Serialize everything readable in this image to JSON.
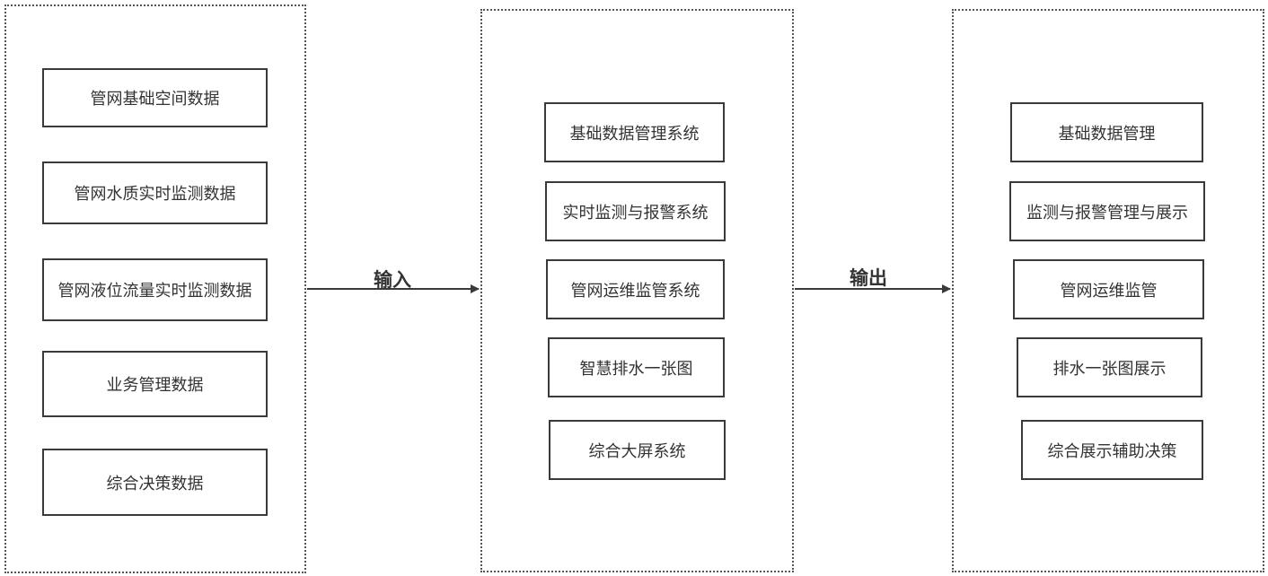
{
  "diagram": {
    "inputs": {
      "items": [
        "管网基础空间数据",
        "管网水质实时监测数据",
        "管网液位流量实时监测数据",
        "业务管理数据",
        "综合决策数据"
      ]
    },
    "systems": {
      "items": [
        "基础数据管理系统",
        "实时监测与报警系统",
        "管网运维监管系统",
        "智慧排水一张图",
        "综合大屏系统"
      ]
    },
    "outputs": {
      "items": [
        "基础数据管理",
        "监测与报警管理与展示",
        "管网运维监管",
        "排水一张图展示",
        "综合展示辅助决策"
      ]
    },
    "arrows": {
      "input_label": "输入",
      "output_label": "输出"
    },
    "colors": {
      "stroke": "#3a3a3a",
      "text": "#333333",
      "group_border": "#555555"
    }
  }
}
